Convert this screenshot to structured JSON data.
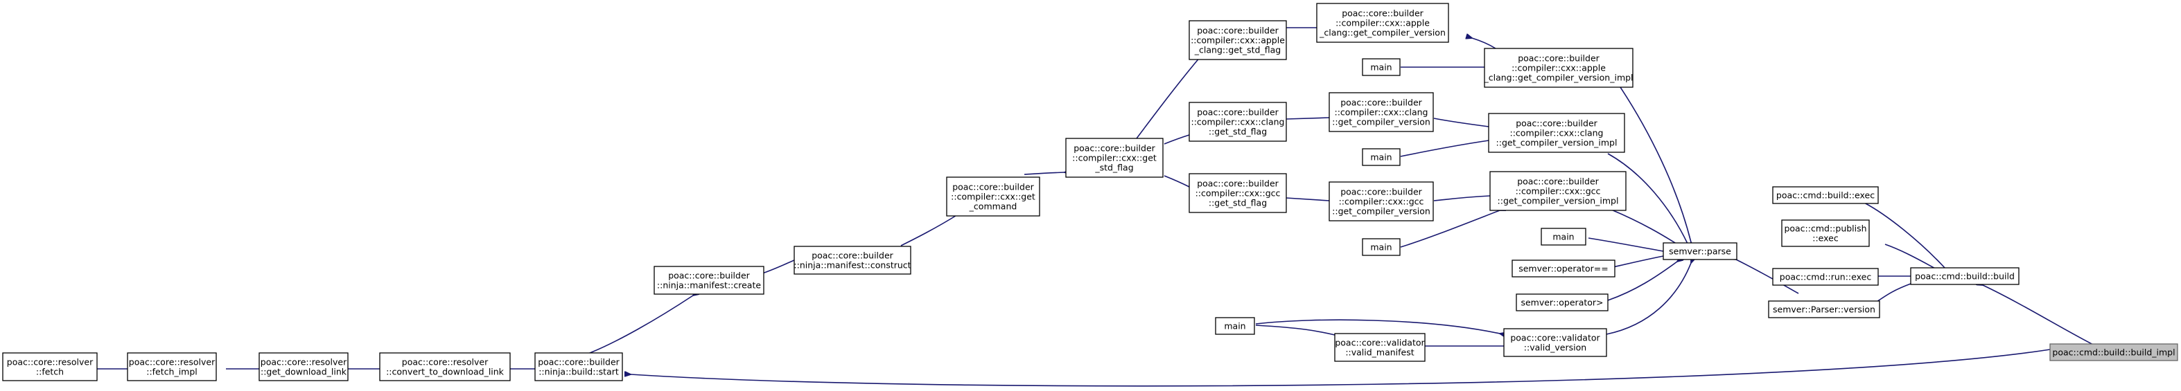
{
  "graph": {
    "nodes": [
      {
        "id": "build_impl",
        "lines": [
          "poac::cmd::build::build_impl"
        ],
        "highlight": true
      },
      {
        "id": "build_build",
        "lines": [
          "poac::cmd::build::build"
        ]
      },
      {
        "id": "build_exec",
        "lines": [
          "poac::cmd::build::exec"
        ]
      },
      {
        "id": "publish_exec",
        "lines": [
          "poac::cmd::publish",
          "::exec"
        ]
      },
      {
        "id": "run_exec",
        "lines": [
          "poac::cmd::run::exec"
        ]
      },
      {
        "id": "parser_version",
        "lines": [
          "semver::Parser::version"
        ]
      },
      {
        "id": "semver_parse",
        "lines": [
          "semver::parse"
        ]
      },
      {
        "id": "apple_impl",
        "lines": [
          "poac::core::builder",
          "::compiler::cxx::apple",
          "_clang::get_compiler_version_impl"
        ]
      },
      {
        "id": "clang_impl",
        "lines": [
          "poac::core::builder",
          "::compiler::cxx::clang",
          "::get_compiler_version_impl"
        ]
      },
      {
        "id": "gcc_impl",
        "lines": [
          "poac::core::builder",
          "::compiler::cxx::gcc",
          "::get_compiler_version_impl"
        ]
      },
      {
        "id": "main_p",
        "lines": [
          "main"
        ]
      },
      {
        "id": "op_eq",
        "lines": [
          "semver::operator=="
        ]
      },
      {
        "id": "op_gt",
        "lines": [
          "semver::operator>"
        ]
      },
      {
        "id": "valid_version",
        "lines": [
          "poac::core::validator",
          "::valid_version"
        ]
      },
      {
        "id": "apple_gcv",
        "lines": [
          "poac::core::builder",
          "::compiler::cxx::apple",
          "_clang::get_compiler_version"
        ]
      },
      {
        "id": "main_apple",
        "lines": [
          "main"
        ]
      },
      {
        "id": "clang_gcv",
        "lines": [
          "poac::core::builder",
          "::compiler::cxx::clang",
          "::get_compiler_version"
        ]
      },
      {
        "id": "main_clang",
        "lines": [
          "main"
        ]
      },
      {
        "id": "gcc_gcv",
        "lines": [
          "poac::core::builder",
          "::compiler::cxx::gcc",
          "::get_compiler_version"
        ]
      },
      {
        "id": "main_gcc",
        "lines": [
          "main"
        ]
      },
      {
        "id": "valid_manifest",
        "lines": [
          "poac::core::validator",
          "::valid_manifest"
        ]
      },
      {
        "id": "main_vm",
        "lines": [
          "main"
        ]
      },
      {
        "id": "apple_std",
        "lines": [
          "poac::core::builder",
          "::compiler::cxx::apple",
          "_clang::get_std_flag"
        ]
      },
      {
        "id": "clang_std",
        "lines": [
          "poac::core::builder",
          "::compiler::cxx::clang",
          "::get_std_flag"
        ]
      },
      {
        "id": "gcc_std",
        "lines": [
          "poac::core::builder",
          "::compiler::cxx::gcc",
          "::get_std_flag"
        ]
      },
      {
        "id": "get_std",
        "lines": [
          "poac::core::builder",
          "::compiler::cxx::get",
          "_std_flag"
        ]
      },
      {
        "id": "get_command",
        "lines": [
          "poac::core::builder",
          "::compiler::cxx::get",
          "_command"
        ]
      },
      {
        "id": "construct",
        "lines": [
          "poac::core::builder",
          "::ninja::manifest::construct"
        ]
      },
      {
        "id": "create",
        "lines": [
          "poac::core::builder",
          "::ninja::manifest::create"
        ]
      },
      {
        "id": "ninja_start",
        "lines": [
          "poac::core::builder",
          "::ninja::build::start"
        ]
      },
      {
        "id": "convert_link",
        "lines": [
          "poac::core::resolver",
          "::convert_to_download_link"
        ]
      },
      {
        "id": "get_link",
        "lines": [
          "poac::core::resolver",
          "::get_download_link"
        ]
      },
      {
        "id": "fetch_impl",
        "lines": [
          "poac::core::resolver",
          "::fetch_impl"
        ]
      },
      {
        "id": "fetch",
        "lines": [
          "poac::core::resolver",
          "::fetch"
        ]
      }
    ]
  }
}
